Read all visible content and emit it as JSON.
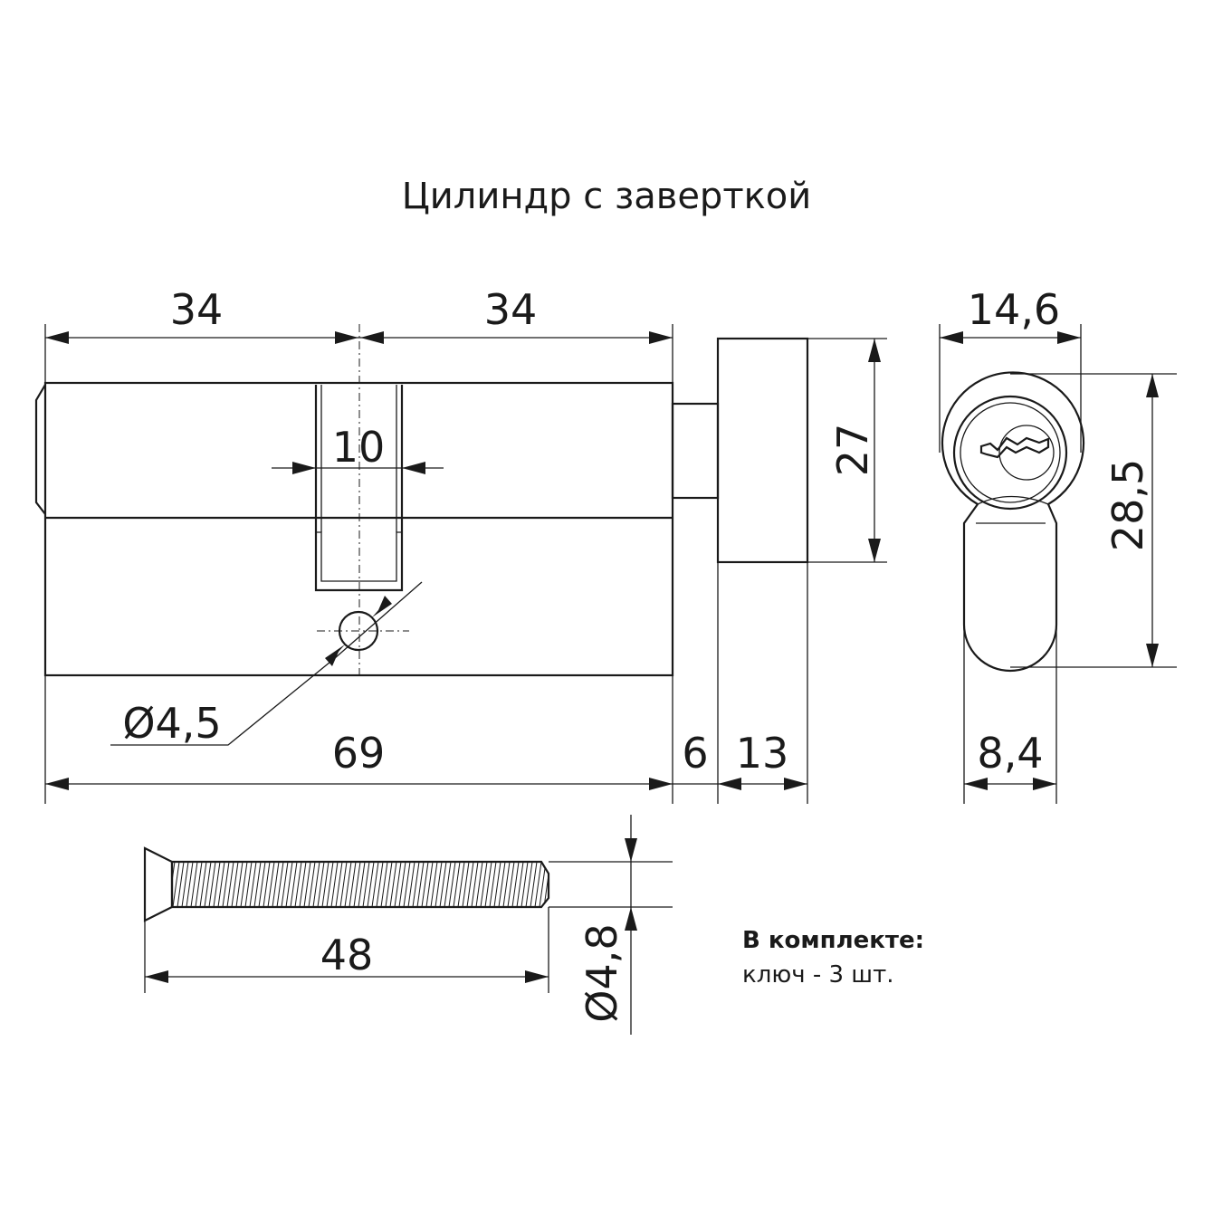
{
  "title": "Цилиндр с заверткой",
  "dimensions": {
    "half_left": "34",
    "half_right": "34",
    "cam_width": "10",
    "thumb_height": "27",
    "profile_width": "14,6",
    "profile_height": "28,5",
    "hole_diameter": "Ø4,5",
    "total_length": "69",
    "neck_length": "6",
    "thumb_length": "13",
    "profile_bottom_width": "8,4",
    "screw_length": "48",
    "screw_diameter": "Ø4,8"
  },
  "kit": {
    "heading": "В комплекте:",
    "items": "ключ - 3 шт."
  }
}
